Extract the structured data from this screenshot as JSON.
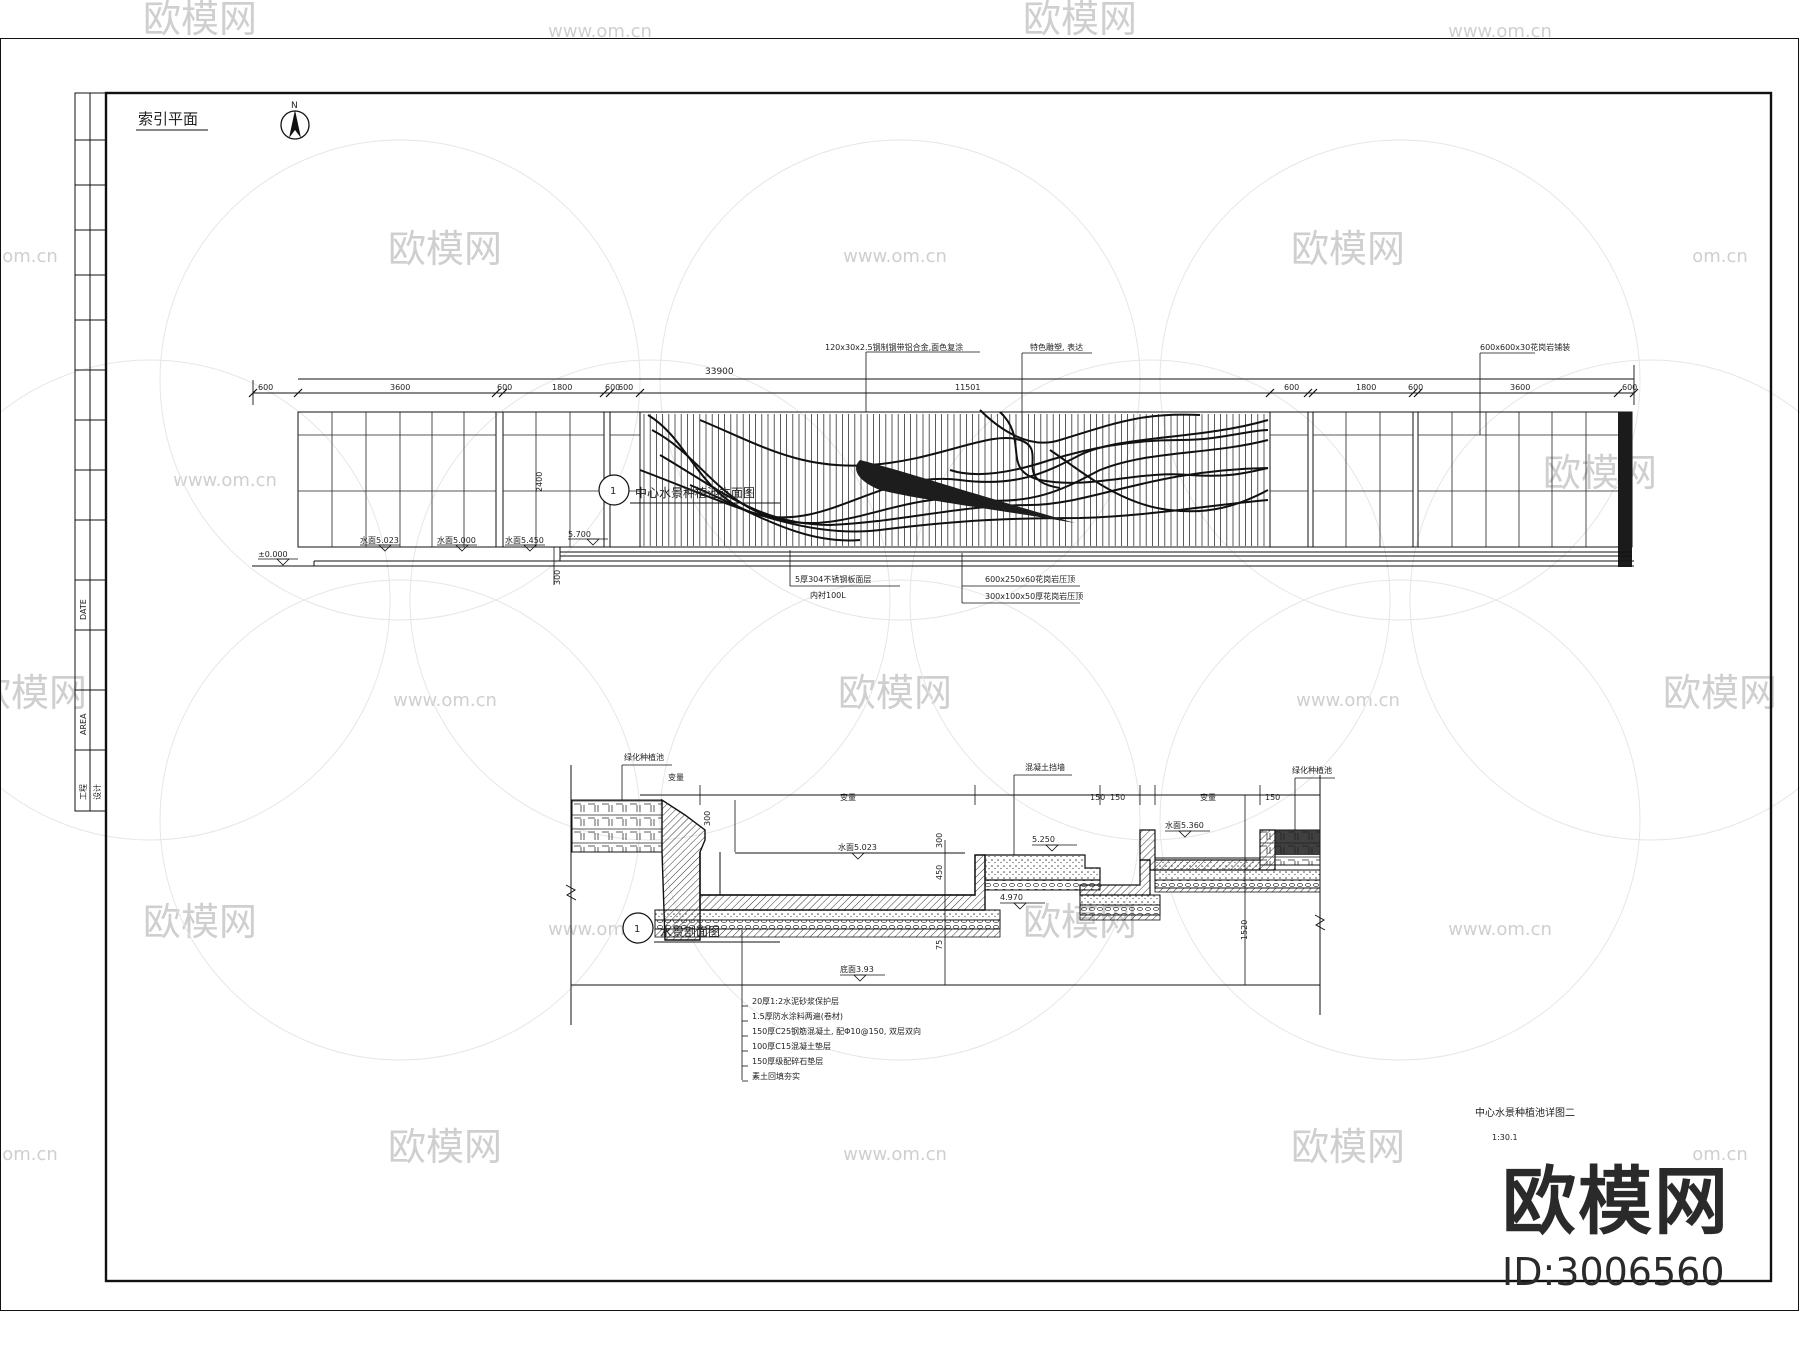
{
  "watermark": {
    "brand": "欧模网",
    "url": "www.om.cn",
    "partial_url": "om.cn",
    "id_label": "ID:3006560"
  },
  "title_block": {
    "left_labels": [
      "工程",
      "设计",
      "AREA",
      "DATE"
    ]
  },
  "index_plan": {
    "label": "索引平面",
    "north": "N"
  },
  "elevation": {
    "top_notes": {
      "left": "120x30x2.5钢制钢带铝合金,面色复涂",
      "middle": "特色雕塑, 表达",
      "right": "600x600x30花岗岩铺装"
    },
    "total_dim": "33900",
    "dims": [
      "600",
      "3600",
      "600",
      "1800",
      "600",
      "600",
      "11501",
      "600",
      "1800",
      "600",
      "3600",
      "600"
    ],
    "height_dim": "2400",
    "callout_number": "1",
    "callout_text": "中心水景种植池立面图",
    "levels": [
      "±0.000",
      "水面5.023",
      "水面5.000",
      "水面5.450",
      "5.700"
    ],
    "bottom_notes": {
      "left_1": "5厚304不锈钢板面层",
      "left_2": "内衬100L",
      "right_1": "600x250x60花岗岩压顶",
      "right_2": "300x100x50厚花岗岩压顶"
    },
    "small_dim": "300"
  },
  "section": {
    "top_notes": {
      "left": "绿化种植池",
      "middle": "混凝土挡墙",
      "right": "绿化种植池"
    },
    "dims_top": [
      "变量",
      "变量",
      "150",
      "150",
      "变量",
      "150"
    ],
    "dims_side": [
      "300",
      "450",
      "300",
      "75",
      "1520"
    ],
    "levels": [
      "水面5.023",
      "5.250",
      "4.970",
      "底面3.93",
      "水面5.360"
    ],
    "callout_number": "1",
    "callout_text": "水景剖面图",
    "layers": [
      "20厚1:2水泥砂浆保护层",
      "1.5厚防水涂料两遍(卷材)",
      "150厚C25钢筋混凝土, 配Φ10@150, 双层双向",
      "100厚C15混凝土垫层",
      "150厚级配碎石垫层",
      "素土回填夯实"
    ]
  },
  "drawing_title": {
    "name": "中心水景种植池详图二",
    "scale": "1:30.1"
  }
}
